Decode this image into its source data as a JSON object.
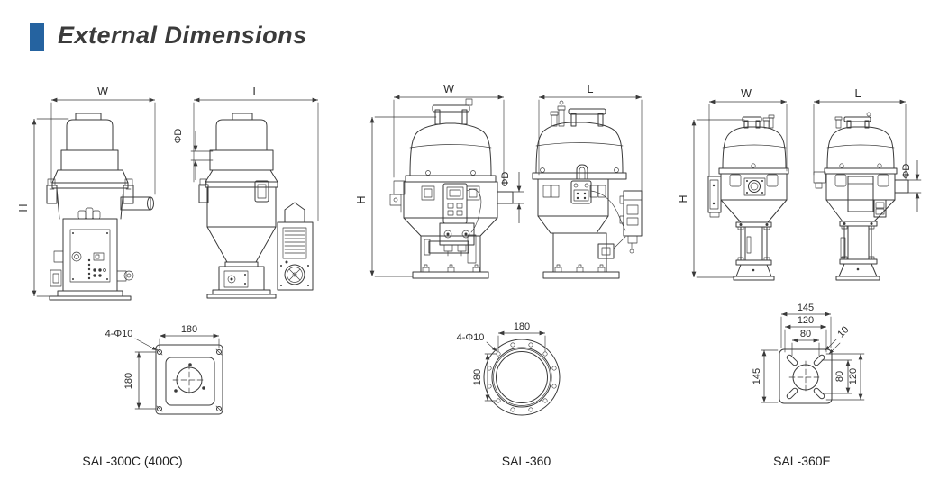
{
  "header": {
    "title": "External Dimensions",
    "accent_color": "#2563a0"
  },
  "dim_labels": {
    "width": "W",
    "length": "L",
    "height": "H",
    "diameter": "ΦD"
  },
  "flanges": {
    "sal300c": {
      "hole_note": "4-Φ10",
      "top_dim": "180",
      "side_dim": "180"
    },
    "sal360": {
      "hole_note": "4-Φ10",
      "top_dim": "180",
      "side_dim": "180"
    },
    "sal360e": {
      "outer_top": "145",
      "bolt_span_top": "120",
      "inner_span_top": "80",
      "outer_side": "145",
      "inner_span_side": "80",
      "bolt_span_side": "120",
      "slot_width": "10"
    }
  },
  "model_labels": {
    "model1": "SAL-300C (400C)",
    "model2": "SAL-360",
    "model3": "SAL-360E"
  }
}
